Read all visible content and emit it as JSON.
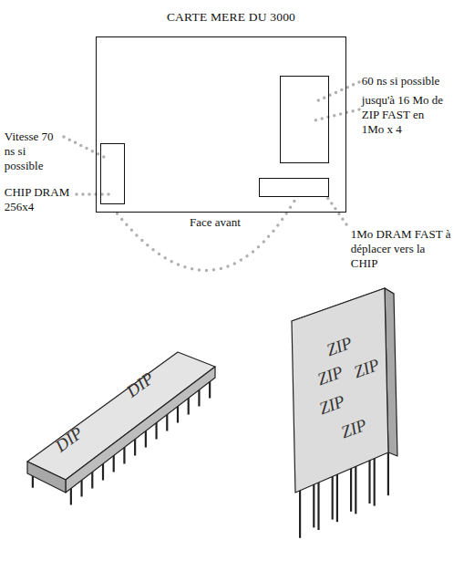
{
  "diagram": {
    "nodes": [
      {
        "text": [
          "CARTE MERE DU 3000"
        ]
      },
      {
        "text": [
          "Vitesse 70 ns si possible",
          "CHIP DRAM 256x4"
        ],
        "in": 0
      },
      {
        "text": [
          "60 ns si possible",
          "jusqu'à 16 Mo de ZIP FAST en 1Mo x 4"
        ],
        "in": 0
      },
      {
        "text": [
          "1Mo DRAM FAST à déplacer vers la CHIP"
        ],
        "in": 0
      }
    ],
    "edges": [
      {
        "from": 3,
        "to": 1,
        "arrow": "none"
      }
    ],
    "labels": [
      "Face avant",
      "DIP",
      "DIP",
      "ZIP",
      "ZIP",
      "ZIP",
      "ZIP",
      "ZIP"
    ]
  }
}
